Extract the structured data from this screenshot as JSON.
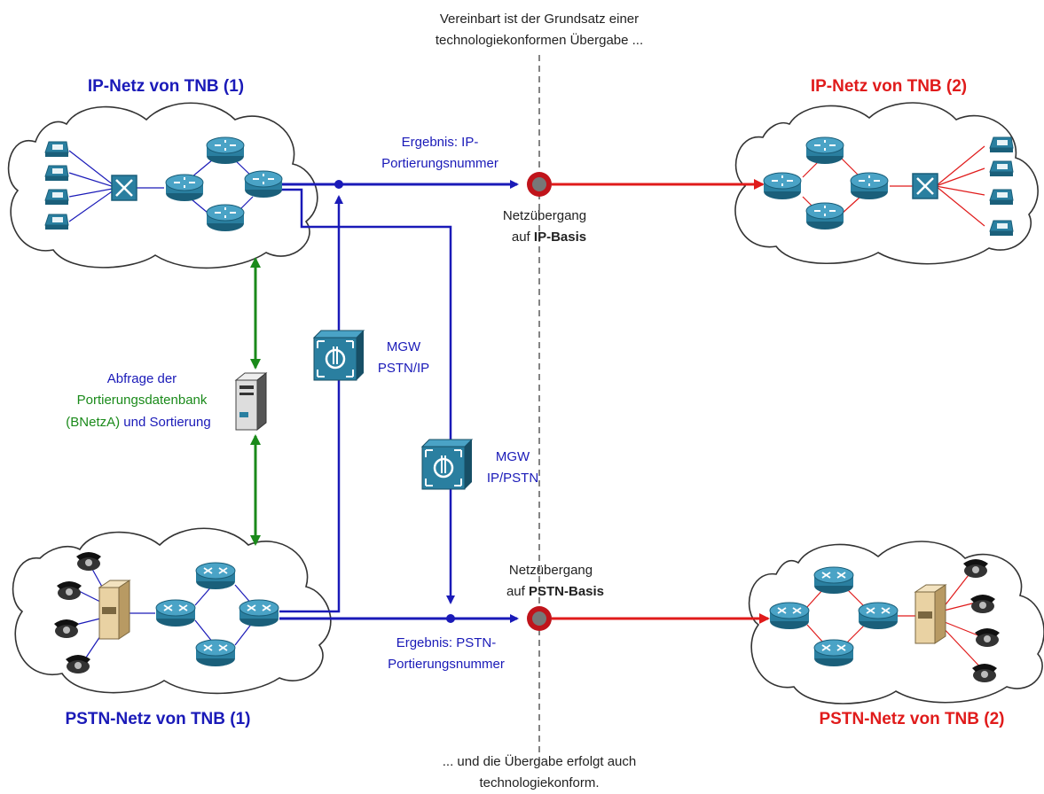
{
  "top_note": {
    "line1": "Vereinbart ist der Grundsatz einer",
    "line2": "technologiekonformen Übergabe ..."
  },
  "bottom_note": {
    "line1": "... und die Übergabe erfolgt auch",
    "line2": "technologiekonform."
  },
  "networks": {
    "ip1": "IP-Netz von TNB (1)",
    "ip2": "IP-Netz von TNB (2)",
    "pstn1": "PSTN-Netz von TNB (1)",
    "pstn2": "PSTN-Netz von TNB (2)"
  },
  "results": {
    "ip_line1": "Ergebnis: IP-",
    "ip_line2": "Portierungsnummer",
    "pstn_line1": "Ergebnis: PSTN-",
    "pstn_line2": "Portierungsnummer"
  },
  "gateways": {
    "ip": {
      "line1": "Netzübergang",
      "prefix": "auf ",
      "bold": "IP-Basis"
    },
    "pstn": {
      "line1": "Netzübergang",
      "prefix": "auf ",
      "bold": "PSTN-Basis"
    }
  },
  "mgw": {
    "pstn_ip": {
      "line1": "MGW",
      "line2": "PSTN/IP"
    },
    "ip_pstn": {
      "line1": "MGW",
      "line2": "IP/PSTN"
    }
  },
  "query": {
    "line1": "Abfrage der",
    "line2": "Portierungsdatenbank",
    "line3_green": "(BNetzA)",
    "line3_blue": " und Sortierung"
  },
  "colors": {
    "blue": "#1a1ab8",
    "red": "#e01b1b",
    "green": "#1a8a1a",
    "device": "#1f6e8c"
  }
}
